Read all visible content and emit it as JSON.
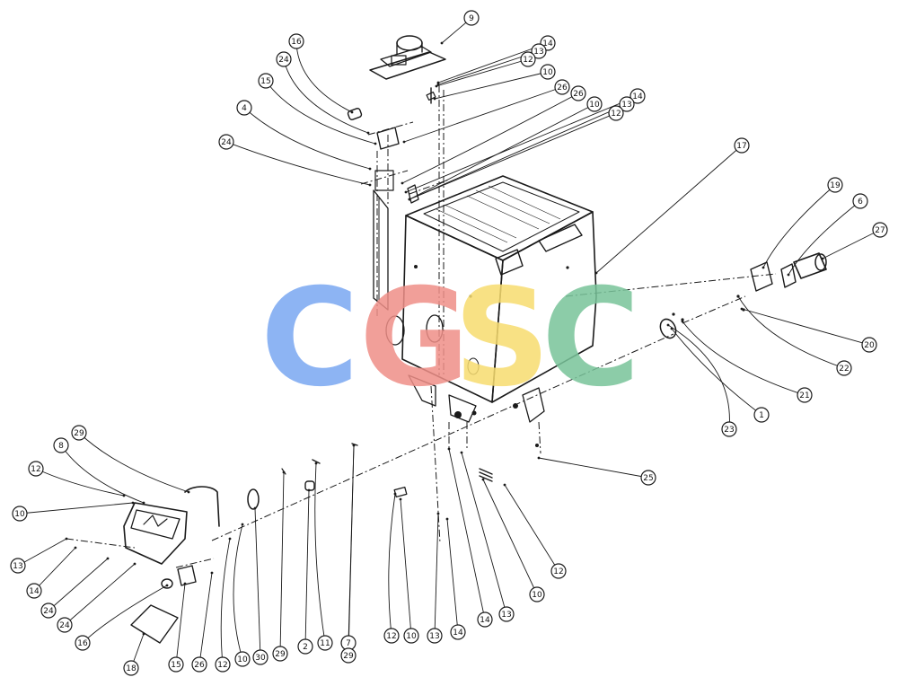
{
  "watermark": {
    "letters": [
      {
        "char": "C",
        "color": "#7aa7f2"
      },
      {
        "char": "G",
        "color": "#ef8f88"
      },
      {
        "char": "S",
        "color": "#f7dc6f"
      },
      {
        "char": "C",
        "color": "#79c49a"
      }
    ]
  },
  "callouts": [
    {
      "id": "c9",
      "label": "9"
    },
    {
      "id": "c16a",
      "label": "16"
    },
    {
      "id": "c14a",
      "label": "14"
    },
    {
      "id": "c13a",
      "label": "13"
    },
    {
      "id": "c12a",
      "label": "12"
    },
    {
      "id": "c24a",
      "label": "24"
    },
    {
      "id": "c10a",
      "label": "10"
    },
    {
      "id": "c15a",
      "label": "15"
    },
    {
      "id": "c26a",
      "label": "26"
    },
    {
      "id": "c26b",
      "label": "26"
    },
    {
      "id": "c14b",
      "label": "14"
    },
    {
      "id": "c4",
      "label": "4"
    },
    {
      "id": "c10b",
      "label": "10"
    },
    {
      "id": "c13b",
      "label": "13"
    },
    {
      "id": "c12b",
      "label": "12"
    },
    {
      "id": "c24b",
      "label": "24"
    },
    {
      "id": "c17",
      "label": "17"
    },
    {
      "id": "c19",
      "label": "19"
    },
    {
      "id": "c6",
      "label": "6"
    },
    {
      "id": "c27",
      "label": "27"
    },
    {
      "id": "c20",
      "label": "20"
    },
    {
      "id": "c22",
      "label": "22"
    },
    {
      "id": "c21",
      "label": "21"
    },
    {
      "id": "c1",
      "label": "1"
    },
    {
      "id": "c23",
      "label": "23"
    },
    {
      "id": "c25",
      "label": "25"
    },
    {
      "id": "c29a",
      "label": "29"
    },
    {
      "id": "c8",
      "label": "8"
    },
    {
      "id": "c12c",
      "label": "12"
    },
    {
      "id": "c10c",
      "label": "10"
    },
    {
      "id": "c13c",
      "label": "13"
    },
    {
      "id": "c14c",
      "label": "14"
    },
    {
      "id": "c24c",
      "label": "24"
    },
    {
      "id": "c24d",
      "label": "24"
    },
    {
      "id": "c16b",
      "label": "16"
    },
    {
      "id": "c18",
      "label": "18"
    },
    {
      "id": "c15b",
      "label": "15"
    },
    {
      "id": "c26c",
      "label": "26"
    },
    {
      "id": "c12d",
      "label": "12"
    },
    {
      "id": "c10d",
      "label": "10"
    },
    {
      "id": "c30",
      "label": "30"
    },
    {
      "id": "c29b",
      "label": "29"
    },
    {
      "id": "c2",
      "label": "2"
    },
    {
      "id": "c11",
      "label": "11"
    },
    {
      "id": "c7",
      "label": "7"
    },
    {
      "id": "c29c",
      "label": "29"
    },
    {
      "id": "c12e",
      "label": "12"
    },
    {
      "id": "c10e",
      "label": "10"
    },
    {
      "id": "c13d",
      "label": "13"
    },
    {
      "id": "c14d",
      "label": "14"
    },
    {
      "id": "c14e",
      "label": "14"
    },
    {
      "id": "c13e",
      "label": "13"
    },
    {
      "id": "c10f",
      "label": "10"
    },
    {
      "id": "c12f",
      "label": "12"
    }
  ]
}
